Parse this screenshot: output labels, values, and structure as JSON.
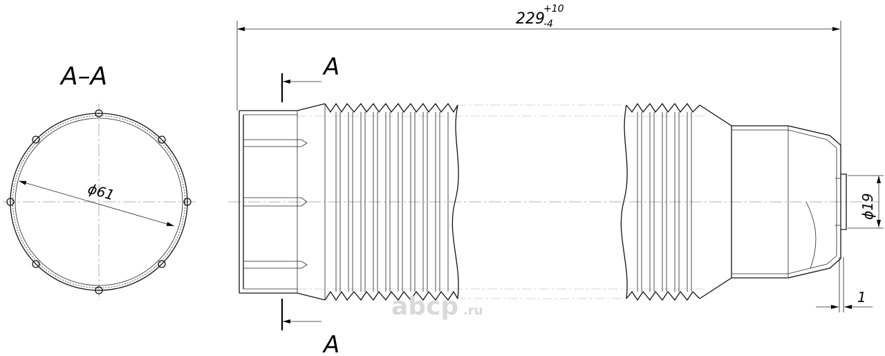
{
  "section_title": "A–A",
  "cut_label_top": "A",
  "cut_label_bottom": "A",
  "dim_length": "229",
  "dim_length_tol_upper": "+10",
  "dim_length_tol_lower": "-4",
  "dim_inner_diameter": "ϕ61",
  "dim_end_diameter": "ϕ19",
  "dim_wall": "1",
  "watermark_main": "abcp",
  "watermark_suffix": ".ru"
}
